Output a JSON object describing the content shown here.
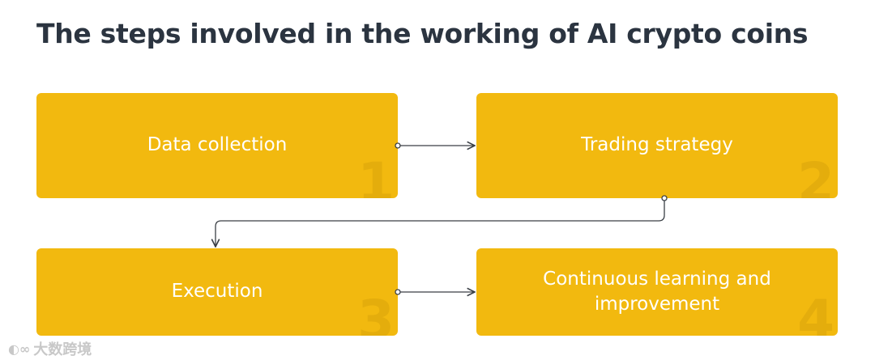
{
  "title": "The steps involved in the working of AI crypto coins",
  "steps": [
    {
      "number": "1",
      "label": "Data collection"
    },
    {
      "number": "2",
      "label": "Trading strategy"
    },
    {
      "number": "3",
      "label": "Execution"
    },
    {
      "number": "4",
      "label": "Continuous learning and improvement"
    }
  ],
  "watermark": {
    "text": "大数跨境",
    "logo": "◐∞"
  },
  "colors": {
    "box": "#f2b90f",
    "title": "#2b3440",
    "connector": "#3a3f45"
  }
}
